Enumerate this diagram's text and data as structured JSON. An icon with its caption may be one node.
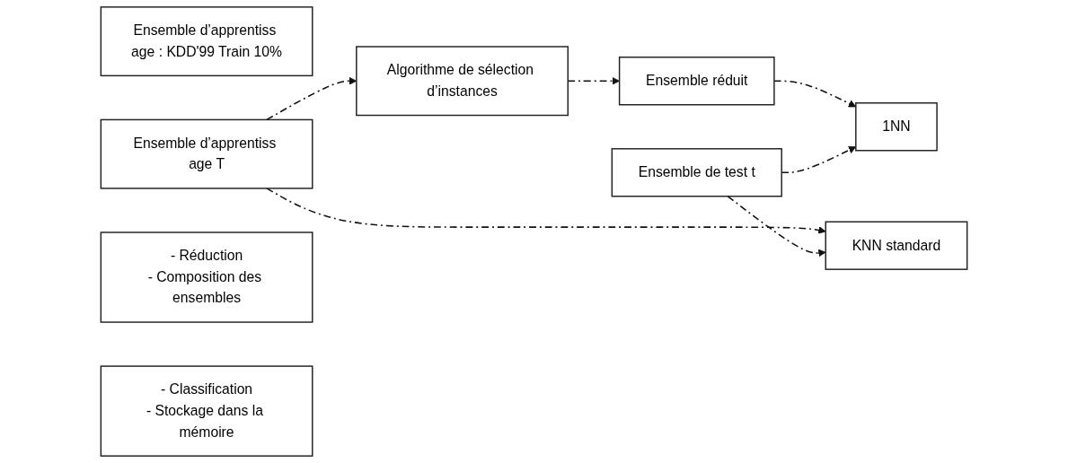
{
  "diagram": {
    "nodes": [
      {
        "text": [
          "Ensemble d’apprentiss age : KDD'99 Train 10%"
        ]
      },
      {
        "text": [
          "Ensemble d’apprentiss age T"
        ]
      },
      {
        "text": [
          "Algorithme de sélection d’instances"
        ]
      },
      {
        "text": [
          "Ensemble réduit"
        ]
      },
      {
        "text": [
          "KNN standard"
        ]
      },
      {
        "text": [
          "Ensemble de test t"
        ]
      },
      {
        "text": [
          "1NN"
        ]
      },
      {
        "text": [
          "- Réduction",
          "- Composition des ensembles"
        ]
      },
      {
        "text": [
          "- Classification",
          "- Stockage dans la mémoire"
        ]
      }
    ],
    "edges": [
      {
        "from": 1,
        "to": 2,
        "arrow": "to",
        "style": "dashed"
      },
      {
        "from": 2,
        "to": 3,
        "arrow": "to",
        "style": "dashed"
      },
      {
        "from": 1,
        "to": 4,
        "arrow": "to",
        "style": "dashed"
      },
      {
        "from": 5,
        "to": 4,
        "arrow": "to",
        "style": "dashed"
      },
      {
        "from": 3,
        "to": 6,
        "arrow": "to",
        "style": "dashed"
      },
      {
        "from": 5,
        "to": 6,
        "arrow": "to",
        "style": "dashed"
      }
    ]
  }
}
